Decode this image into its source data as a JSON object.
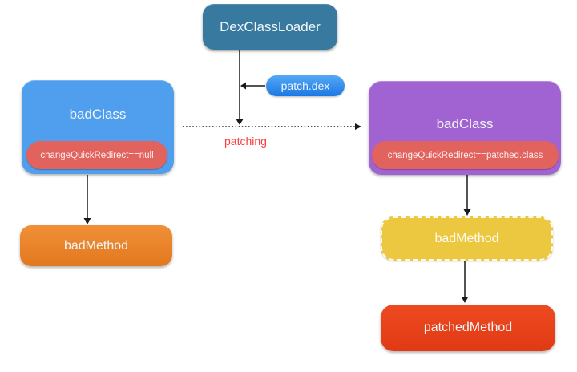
{
  "diagram": {
    "nodes": {
      "dex_class_loader": {
        "label": "DexClassLoader"
      },
      "patch_dex": {
        "label": "patch.dex"
      },
      "bad_class_before": {
        "label": "badClass",
        "field": "changeQuickRedirect==null"
      },
      "bad_method_before": {
        "label": "badMethod"
      },
      "bad_class_after": {
        "label": "badClass",
        "field": "changeQuickRedirect==patched.class"
      },
      "bad_method_after": {
        "label": "badMethod"
      },
      "patched_method": {
        "label": "patchedMethod"
      }
    },
    "edges": [
      {
        "from": "DexClassLoader",
        "to": "patching junction",
        "style": "solid",
        "direction": "down"
      },
      {
        "from": "patch.dex",
        "to": "DexClassLoader load line",
        "style": "solid",
        "direction": "left"
      },
      {
        "from": "badClass (before)",
        "to": "badClass (after)",
        "style": "dotted",
        "direction": "right",
        "label": "patching"
      },
      {
        "from": "badClass (before)",
        "to": "badMethod (before)",
        "style": "solid",
        "direction": "down"
      },
      {
        "from": "badClass (after)",
        "to": "badMethod (after)",
        "style": "solid",
        "direction": "down"
      },
      {
        "from": "badMethod (after)",
        "to": "patchedMethod",
        "style": "solid",
        "direction": "down"
      }
    ],
    "edge_label": "patching"
  },
  "colors": {
    "canvas": "#ffffff",
    "dex-loader": "#37799f",
    "patch-dex-top": "#55a8f4",
    "patch-dex-bottom": "#1b78e4",
    "bad-class-before": "#4f9fee",
    "redirect-pill": "#e2625e",
    "bad-method-before-top": "#f09038",
    "bad-method-before-bottom": "#e2781f",
    "bad-class-after": "#a263d2",
    "bad-method-after": "#ecc840",
    "patched-method-top": "#ee4a21",
    "patched-method-bottom": "#e03a14",
    "edge-label": "#fb3c3c",
    "line": "#1a1a1a"
  }
}
